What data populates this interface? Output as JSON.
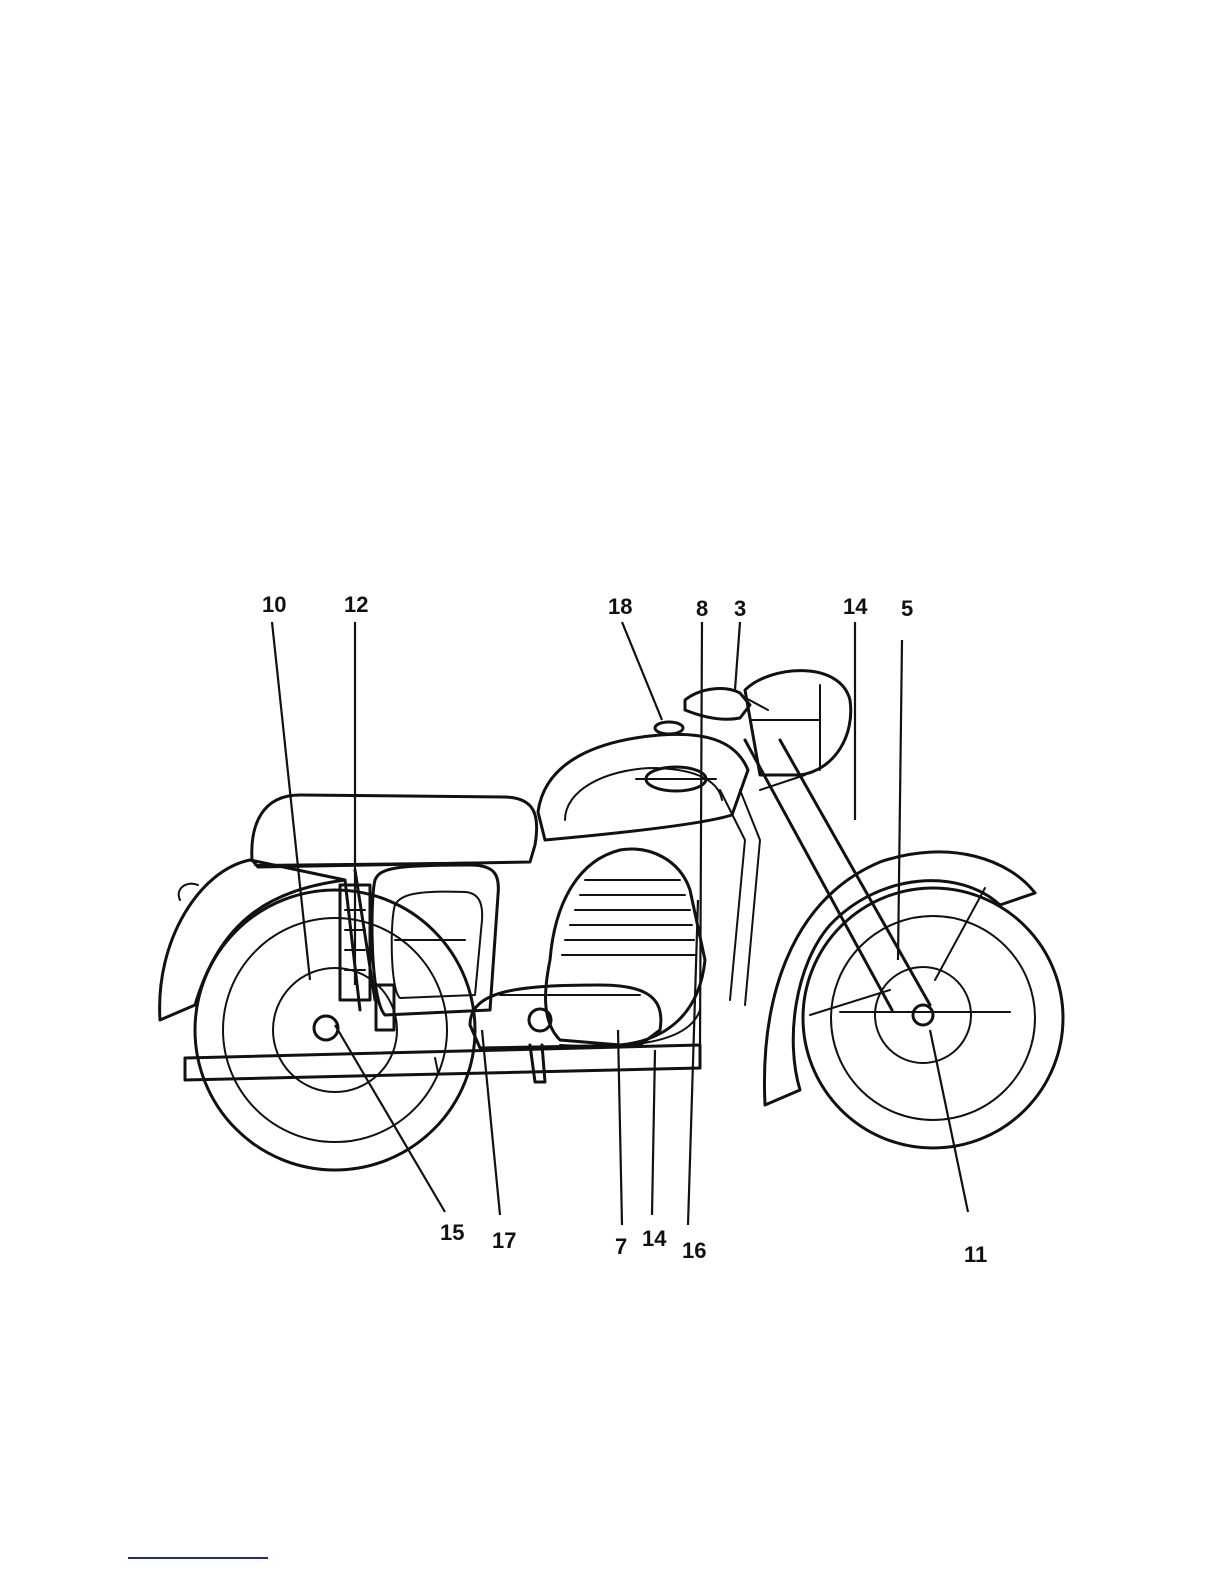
{
  "diagram": {
    "callouts": [
      {
        "label": "10"
      },
      {
        "label": "12"
      },
      {
        "label": "18"
      },
      {
        "label": "8"
      },
      {
        "label": "3"
      },
      {
        "label": "14"
      },
      {
        "label": "5"
      },
      {
        "label": "15"
      },
      {
        "label": "17"
      },
      {
        "label": "7"
      },
      {
        "label": "14"
      },
      {
        "label": "16"
      },
      {
        "label": "11"
      }
    ]
  },
  "colors": {
    "ink": "#111111",
    "paper": "#ffffff",
    "rule": "#1b2a8a"
  }
}
